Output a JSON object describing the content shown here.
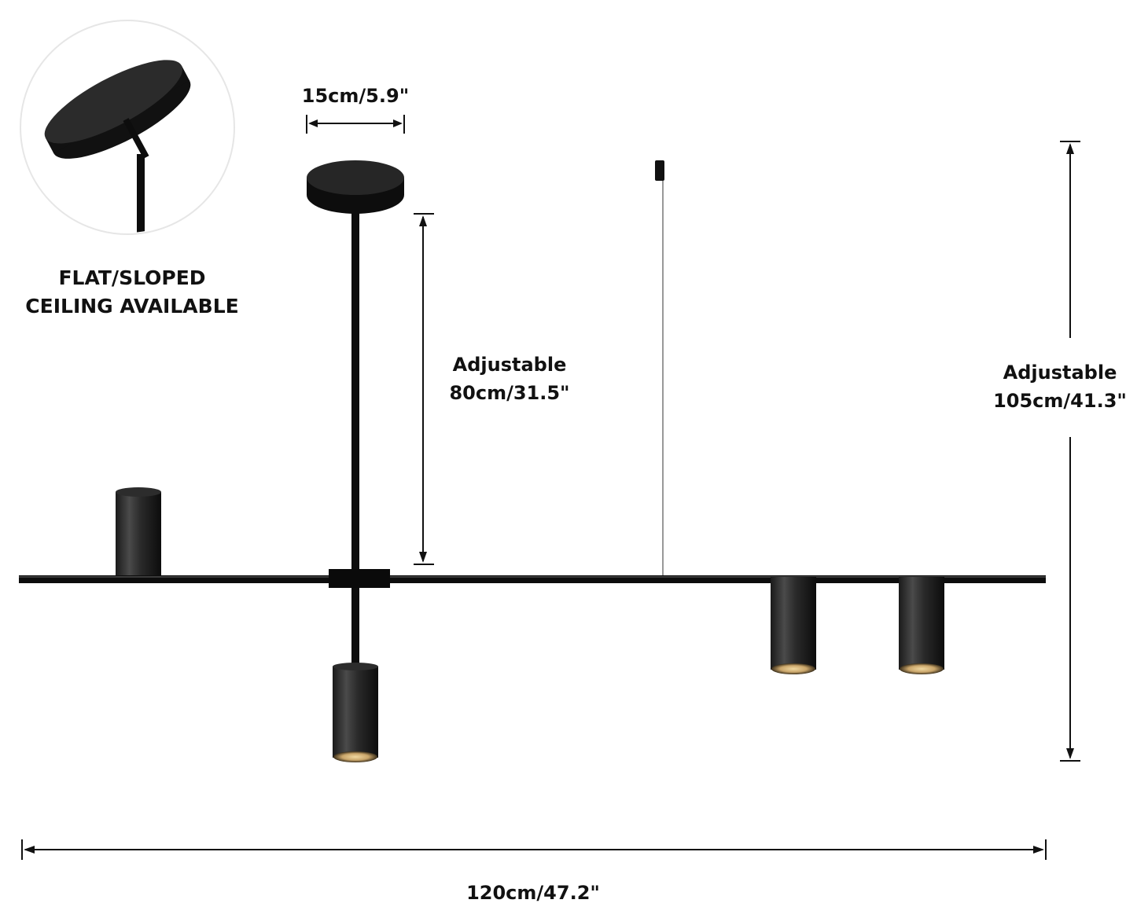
{
  "labels": {
    "canopy_width": "15cm/5.9\"",
    "ceiling_line1": "FLAT/SLOPED",
    "ceiling_line2": "CEILING AVAILABLE",
    "rod_adjust_line1": "Adjustable",
    "rod_adjust_line2": "80cm/31.5\"",
    "total_adjust_line1": "Adjustable",
    "total_adjust_line2": "105cm/41.3\"",
    "total_width": "120cm/47.2\""
  },
  "colors": {
    "fixture": "#111111",
    "fixture_dark": "#000000",
    "warm_light": "#c9a56a",
    "dimension_line": "#111111",
    "background": "#ffffff"
  }
}
